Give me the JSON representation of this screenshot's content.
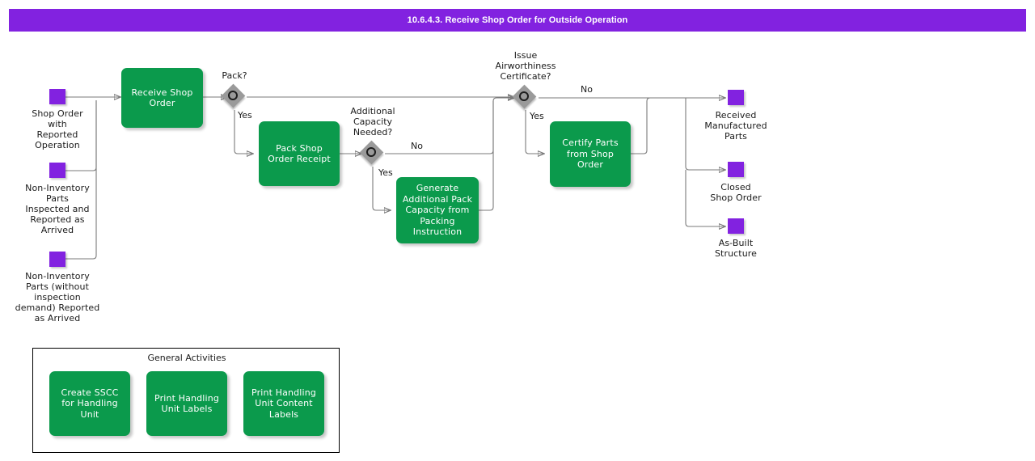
{
  "header": {
    "title": "10.6.4.3. Receive Shop Order for Outside Operation"
  },
  "colors": {
    "title_bar": "#8222e0",
    "event": "#8222e0",
    "task": "#0b9a4c",
    "gateway": "#9a9a9a",
    "connector": "#7a7a7a",
    "text": "#1a1a1a"
  },
  "diagram": {
    "start_events": [
      {
        "label": "Shop Order\nwith\nReported\nOperation"
      },
      {
        "label": "Non-Inventory\nParts\nInspected and\nReported as\nArrived"
      },
      {
        "label": "Non-Inventory\nParts (without\ninspection\ndemand) Reported\nas Arrived"
      }
    ],
    "tasks": [
      {
        "label": "Receive Shop\nOrder"
      },
      {
        "label": "Pack Shop\nOrder Receipt"
      },
      {
        "label": "Generate\nAdditional Pack\nCapacity from\nPacking\nInstruction"
      },
      {
        "label": "Certify Parts\nfrom Shop\nOrder"
      }
    ],
    "gateways": [
      {
        "label": "Pack?",
        "branches": [
          "Yes"
        ]
      },
      {
        "label": "Additional\nCapacity\nNeeded?",
        "branches": [
          "No",
          "Yes"
        ]
      },
      {
        "label": "Issue\nAirworthiness\nCertificate?",
        "branches": [
          "No",
          "Yes"
        ]
      }
    ],
    "edge_labels": {
      "pack_yes": "Yes",
      "capacity_no": "No",
      "capacity_yes": "Yes",
      "airworthiness_no": "No",
      "airworthiness_yes": "Yes"
    },
    "end_events": [
      {
        "label": "Received\nManufactured\nParts"
      },
      {
        "label": "Closed\nShop Order"
      },
      {
        "label": "As-Built\nStructure"
      }
    ]
  },
  "general_activities": {
    "title": "General Activities",
    "items": [
      {
        "label": "Create SSCC\nfor Handling Unit"
      },
      {
        "label": "Print Handling\nUnit Labels"
      },
      {
        "label": "Print Handling\nUnit Content\nLabels"
      }
    ]
  }
}
